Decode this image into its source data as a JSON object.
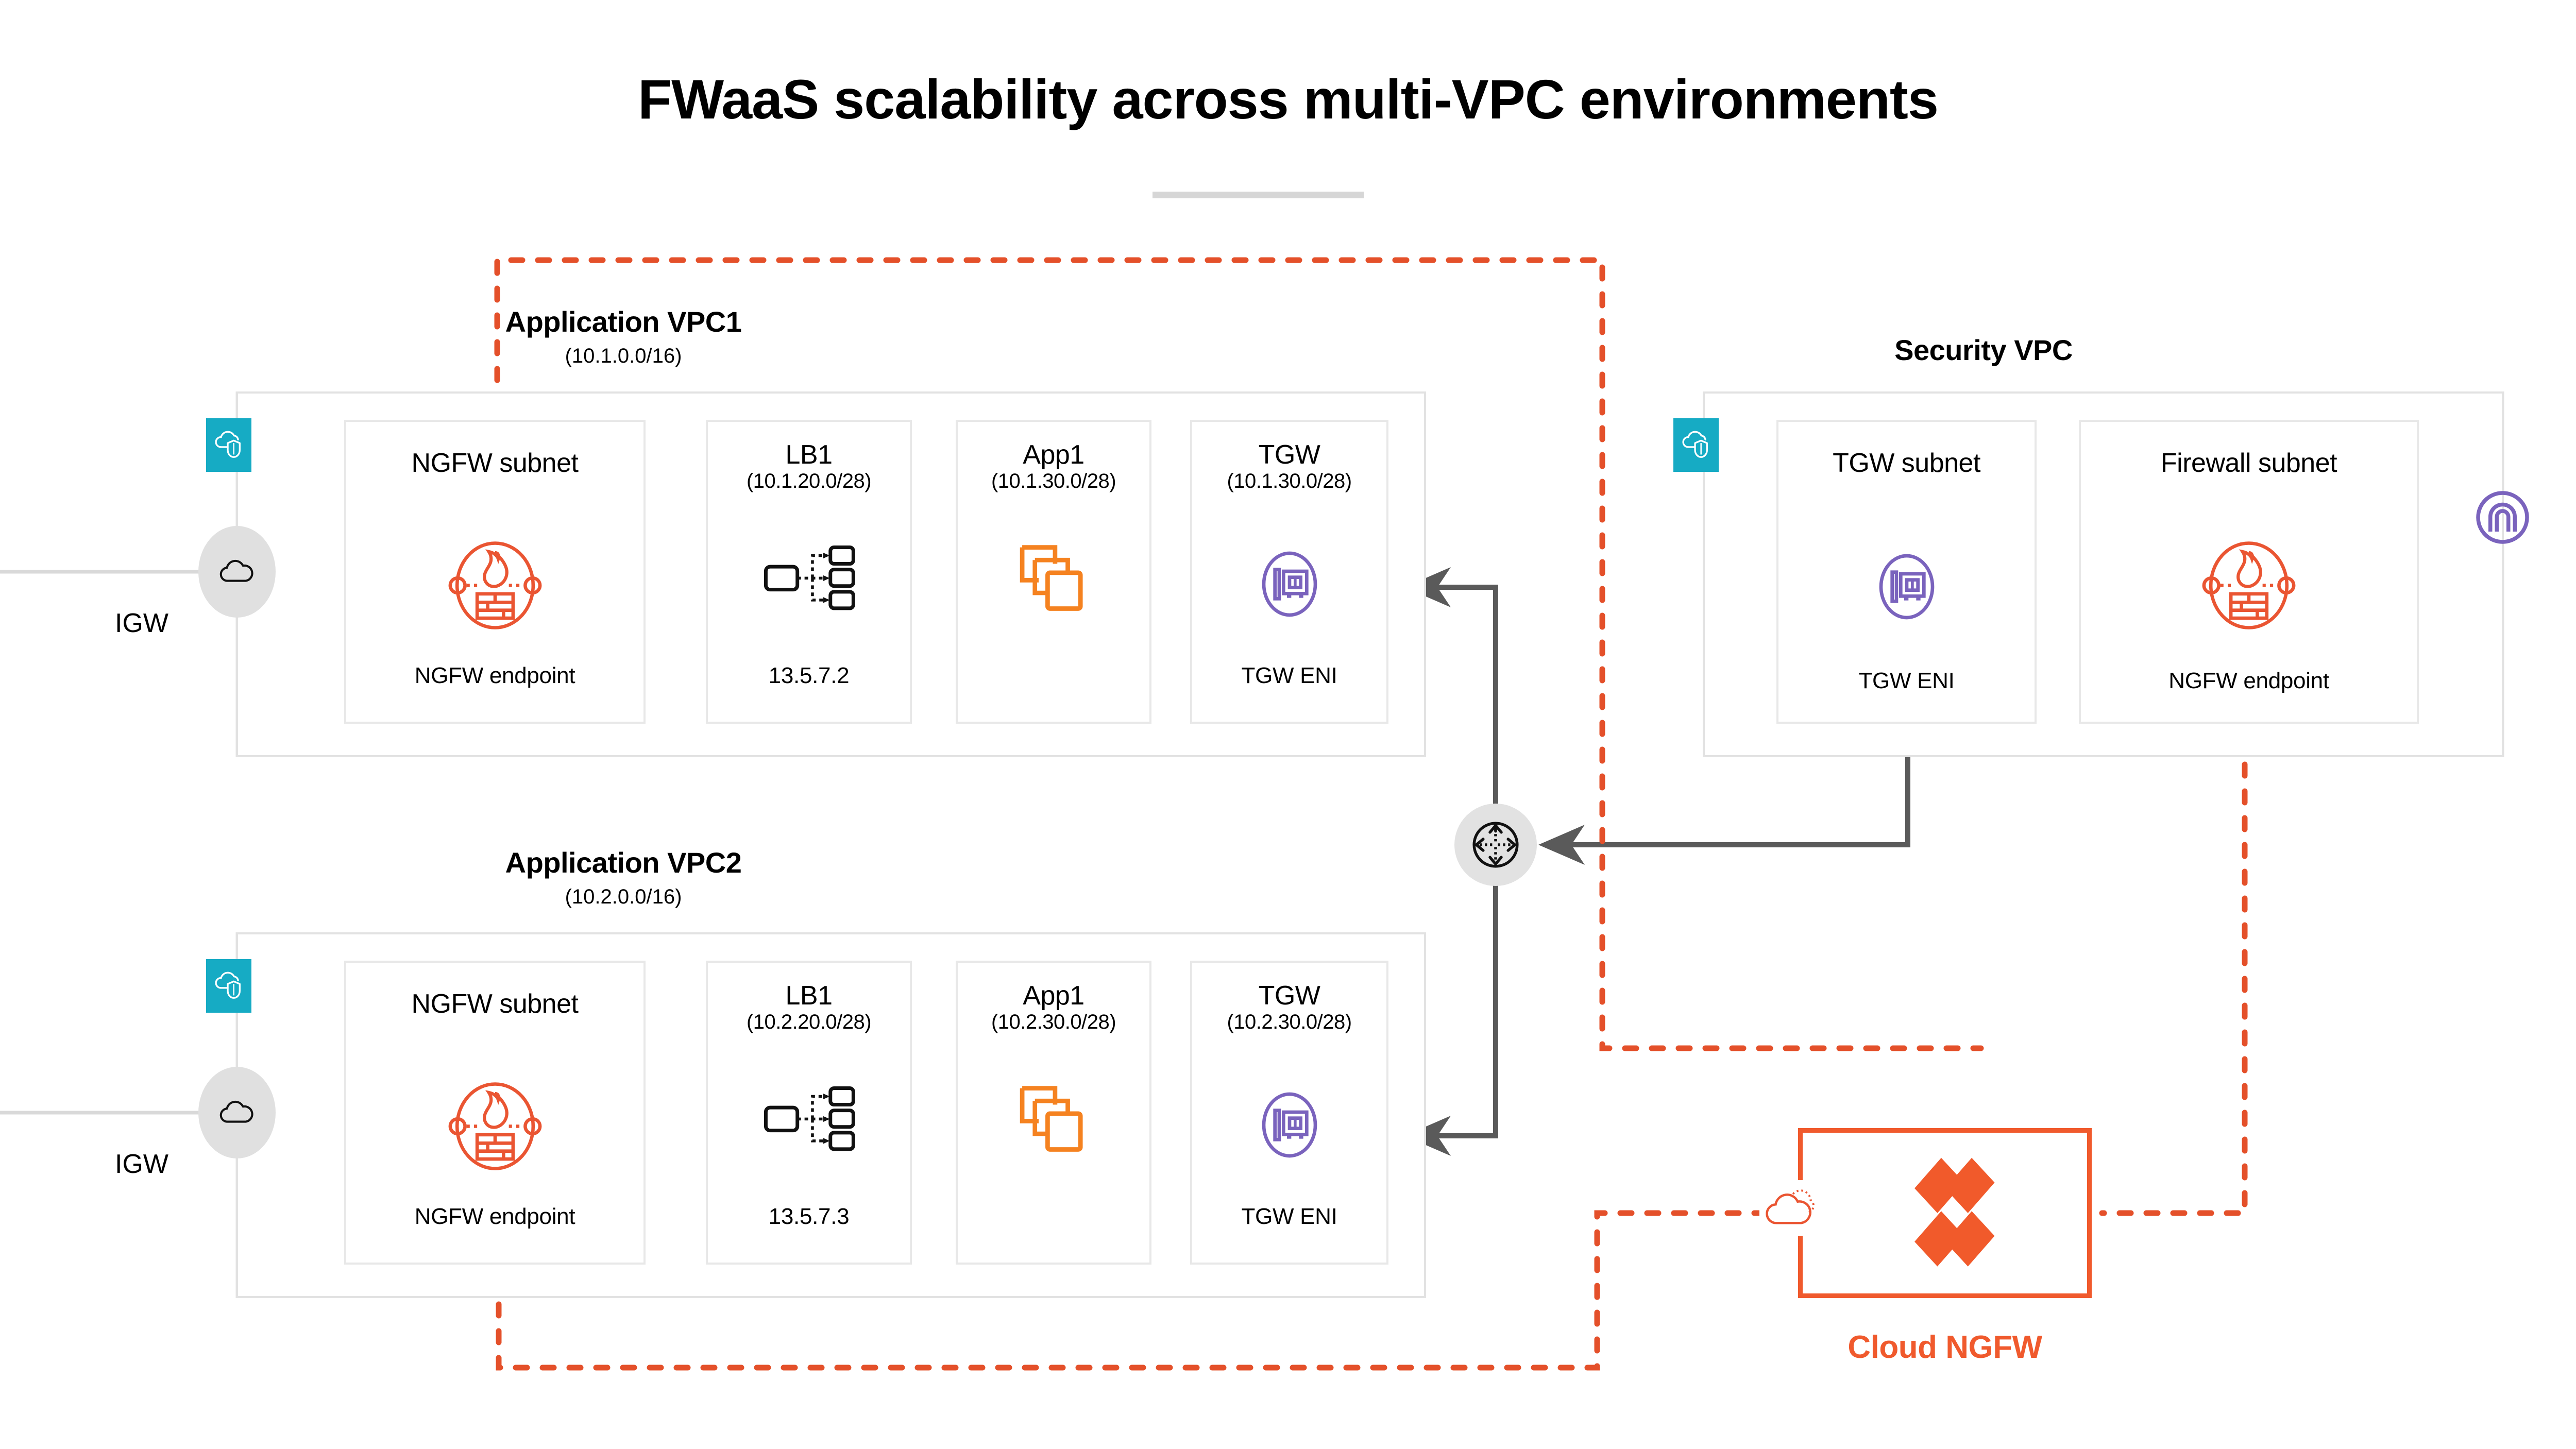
{
  "title": "FWaaS scalability across multi-VPC environments",
  "colors": {
    "orange": "#f05a2d",
    "teal": "#16abc4",
    "purple": "#7a63bd",
    "app_orange": "#f58220",
    "grey_line": "#5a5a5a",
    "box_border": "#e2e2e2"
  },
  "igw": [
    {
      "label": "IGW",
      "icon": "cloud-icon"
    },
    {
      "label": "IGW",
      "icon": "cloud-icon"
    }
  ],
  "vpcs": [
    {
      "name": "Application VPC1",
      "cidr": "(10.1.0.0/16)",
      "badge_icon": "cloud-shield-icon",
      "subnets": [
        {
          "title": "NGFW subnet",
          "cidr": "",
          "icon": "firewall-icon",
          "footer": "NGFW endpoint"
        },
        {
          "title": "LB1",
          "cidr": "(10.1.20.0/28)",
          "icon": "load-balancer-icon",
          "footer": "13.5.7.2"
        },
        {
          "title": "App1",
          "cidr": "(10.1.30.0/28)",
          "icon": "app-stack-icon",
          "footer": ""
        },
        {
          "title": "TGW",
          "cidr": "(10.1.30.0/28)",
          "icon": "eni-card-icon",
          "footer": "TGW ENI"
        }
      ]
    },
    {
      "name": "Application VPC2",
      "cidr": "(10.2.0.0/16)",
      "badge_icon": "cloud-shield-icon",
      "subnets": [
        {
          "title": "NGFW subnet",
          "cidr": "",
          "icon": "firewall-icon",
          "footer": "NGFW endpoint"
        },
        {
          "title": "LB1",
          "cidr": "(10.2.20.0/28)",
          "icon": "load-balancer-icon",
          "footer": "13.5.7.3"
        },
        {
          "title": "App1",
          "cidr": "(10.2.30.0/28)",
          "icon": "app-stack-icon",
          "footer": ""
        },
        {
          "title": "TGW",
          "cidr": "(10.2.30.0/28)",
          "icon": "eni-card-icon",
          "footer": "TGW ENI"
        }
      ]
    }
  ],
  "security_vpc": {
    "name": "Security VPC",
    "badge_icon": "cloud-shield-icon",
    "attachment_icon": "tgw-attachment-icon",
    "subnets": [
      {
        "title": "TGW subnet",
        "cidr": "",
        "icon": "eni-card-icon",
        "footer": "TGW ENI"
      },
      {
        "title": "Firewall subnet",
        "cidr": "",
        "icon": "firewall-icon",
        "footer": "NGFW endpoint"
      }
    ]
  },
  "transit_gateway": {
    "icon": "transit-gateway-icon"
  },
  "cloud_ngfw": {
    "label": "Cloud NGFW",
    "icon": "palo-alto-logo-icon",
    "cloud_icon": "cloud-outline-icon"
  }
}
